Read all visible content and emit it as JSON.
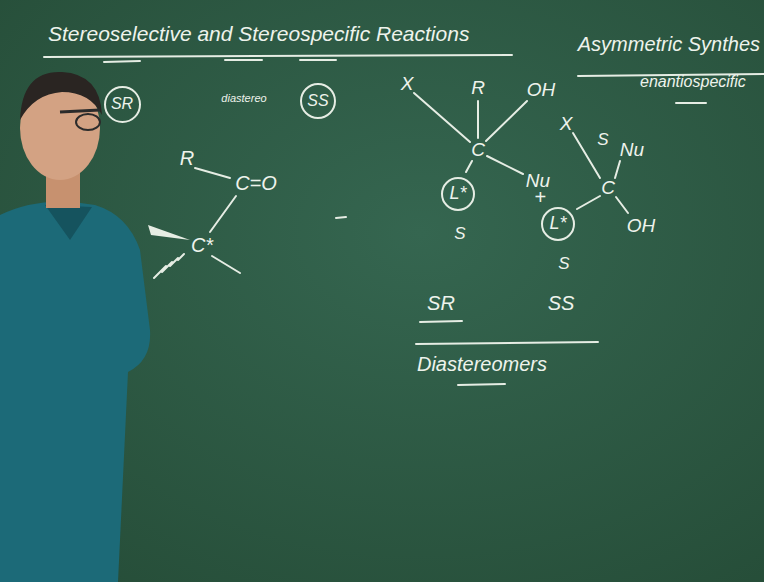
{
  "diagram": {
    "title": "Stereoselective and Stereospecific Reactions",
    "nodes": [
      {
        "text": [
          "SR"
        ]
      },
      {
        "text": [
          "SS"
        ]
      },
      {
        "text": [
          "L*"
        ]
      },
      {
        "text": [
          "L*"
        ]
      }
    ],
    "labels": [
      "diastereo",
      "Asymmetric Synthes",
      "enantiospecific",
      "R",
      "C=O",
      "C*",
      "X",
      "R",
      "OH",
      "C",
      "Nu",
      "S",
      "X",
      "S",
      "Nu",
      "C",
      "OH",
      "+",
      "S",
      "SR",
      "SS",
      "Diastereomers"
    ]
  }
}
